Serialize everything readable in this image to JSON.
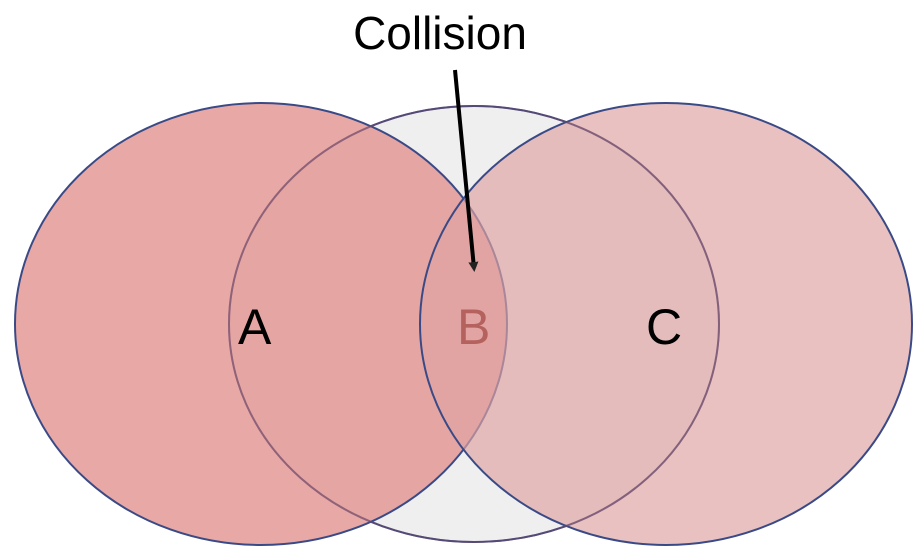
{
  "diagram": {
    "annotation": "Collision",
    "labels": {
      "a": "A",
      "b": "B",
      "c": "C"
    }
  },
  "colors": {
    "circle_a_fill": "#e9a7a6",
    "circle_b_fill": "#efefef",
    "circle_c_fill": "#e9c0bf",
    "outline": "#3a4a86",
    "label_b": "#b5625f",
    "arrow": "#000000"
  }
}
